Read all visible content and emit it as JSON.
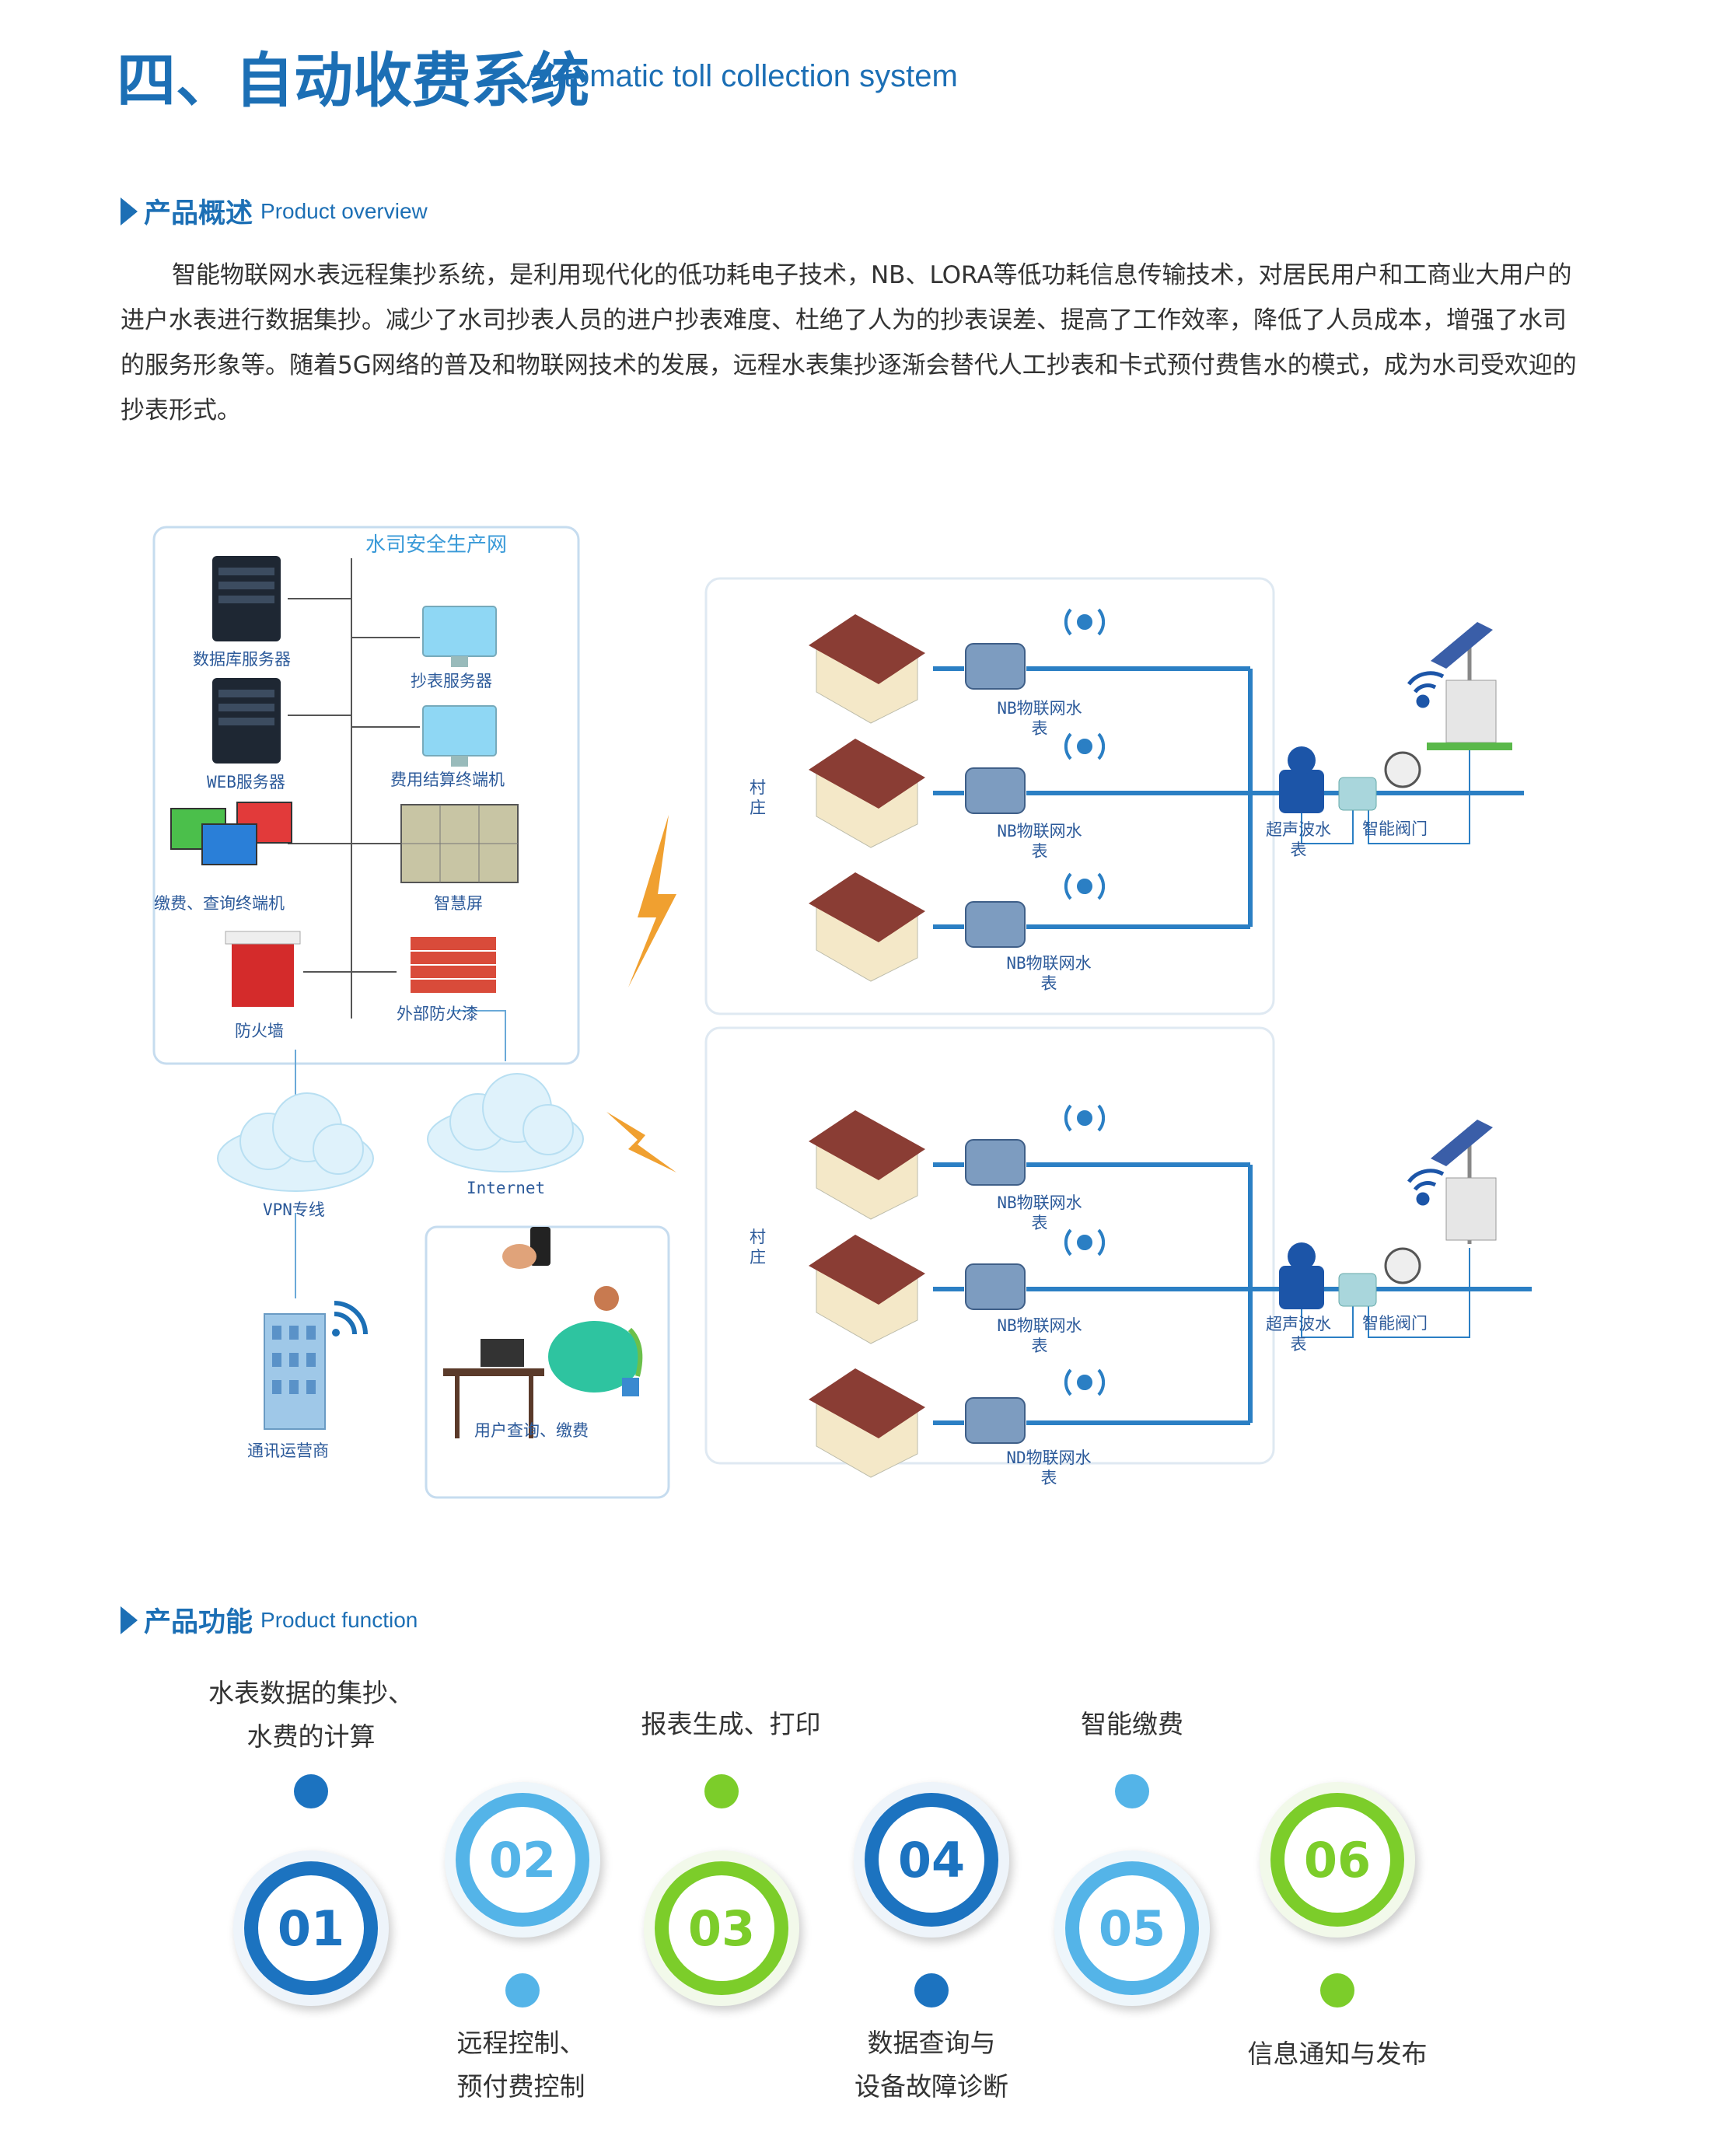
{
  "header": {
    "title_cn": "四、自动收费系统",
    "title_en": "Automatic toll collection system"
  },
  "overview": {
    "heading_cn": "产品概述",
    "heading_en": "Product overview",
    "paragraph": "智能物联网水表远程集抄系统，是利用现代化的低功耗电子技术，NB、LORA等低功耗信息传输技术，对居民用户和工商业大用户的进户水表进行数据集抄。减少了水司抄表人员的进户抄表难度、杜绝了人为的抄表误差、提高了工作效率，降低了人员成本，增强了水司的服务形象等。随着5G网络的普及和物联网技术的发展，远程水表集抄逐渐会替代人工抄表和卡式预付费售水的模式，成为水司受欢迎的抄表形式。"
  },
  "diagram": {
    "network_title": "水司安全生产网",
    "db_server": "数据库服务器",
    "meter_server": "抄表服务器",
    "web_server": "WEB服务器",
    "billing_terminal": "费用结算终端机",
    "payment_terminal": "缴费、查询终端机",
    "smart_screen": "智慧屏",
    "firewall": "防火墙",
    "external_firewall": "外部防火漆",
    "vpn": "VPN专线",
    "internet": "Internet",
    "carrier": "通讯运营商",
    "user_query": "用户查询、缴费",
    "village_1": "村庄",
    "village_2": "村庄",
    "meter_top_1": "NB物联网水表",
    "meter_top_2": "NB物联网水表",
    "meter_top_3": "NB物联网水表",
    "meter_bot_1": "NB物联网水表",
    "meter_bot_2": "NB物联网水表",
    "meter_bot_3": "ND物联网水表",
    "ultrasonic_1": "超声波水表",
    "valve_1": "智能阀门",
    "ultrasonic_2": "超声波水表",
    "valve_2": "智能阀门",
    "colors": {
      "pipe": "#2b7fc4",
      "line": "#6aa9d8",
      "lightning": "#f0a030"
    }
  },
  "function": {
    "heading_cn": "产品功能",
    "heading_en": "Product function",
    "items": [
      {
        "num": "01",
        "label_1": "水表数据的集抄、",
        "label_2": "水费的计算",
        "color": "#1c73c0"
      },
      {
        "num": "02",
        "label_1": "远程控制、",
        "label_2": "预付费控制",
        "color": "#54b4e8"
      },
      {
        "num": "03",
        "label_1": "报表生成、打印",
        "label_2": "",
        "color": "#7ccd2a"
      },
      {
        "num": "04",
        "label_1": "数据查询与",
        "label_2": "设备故障诊断",
        "color": "#1c73c0"
      },
      {
        "num": "05",
        "label_1": "智能缴费",
        "label_2": "",
        "color": "#54b4e8"
      },
      {
        "num": "06",
        "label_1": "信息通知与发布",
        "label_2": "",
        "color": "#7ccd2a"
      }
    ]
  }
}
